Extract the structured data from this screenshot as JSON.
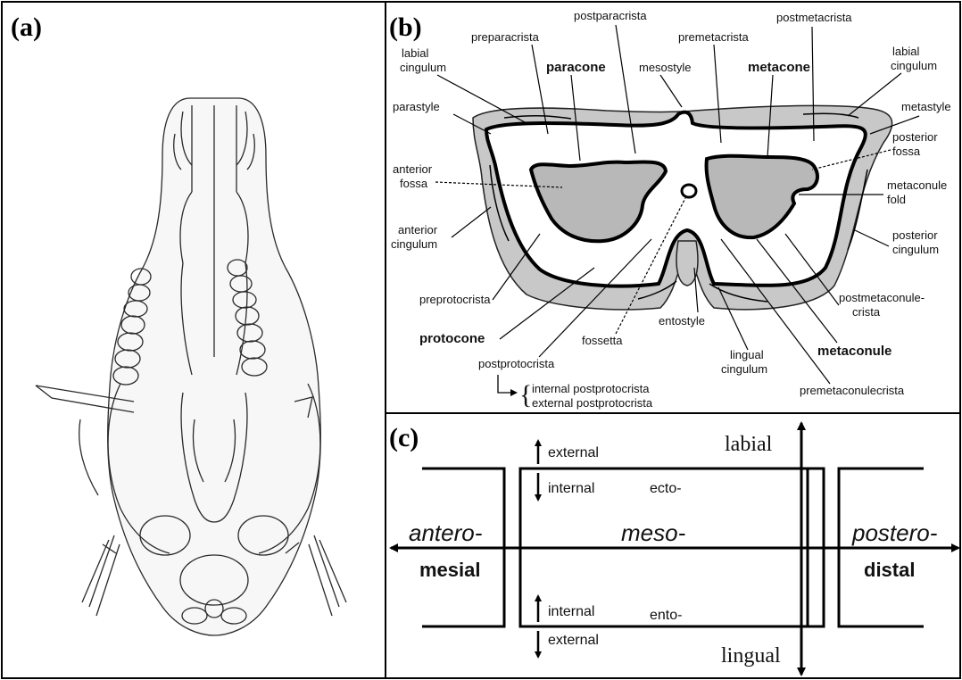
{
  "panels": {
    "a": {
      "letter": "(a)"
    },
    "b": {
      "letter": "(b)",
      "labels": {
        "postparacrista": "postparacrista",
        "postmetacrista": "postmetacrista",
        "preparacrista": "preparacrista",
        "premetacrista": "premetacrista",
        "labial_cingulum": [
          "labial",
          "cingulum"
        ],
        "paracone": "paracone",
        "mesostyle": "mesostyle",
        "metacone": "metacone",
        "parastyle": "parastyle",
        "metastyle": "metastyle",
        "posterior_fossa": [
          "posterior",
          "fossa"
        ],
        "anterior_fossa": [
          "anterior",
          "fossa"
        ],
        "metaconule_fold": [
          "metaconule",
          "fold"
        ],
        "anterior_cingulum": [
          "anterior",
          "cingulum"
        ],
        "posterior_cingulum": [
          "posterior",
          "cingulum"
        ],
        "preprotocrista": "preprotocrista",
        "postmetaconulecrista": [
          "postmetaconule-",
          "crista"
        ],
        "entostyle": "entostyle",
        "protocone": "protocone",
        "fossetta": "fossetta",
        "lingual_cingulum": [
          "lingual",
          "cingulum"
        ],
        "metaconule": "metaconule",
        "postprotocrista": "postprotocrista",
        "premetaconulecrista": "premetaconulecrista",
        "internal_postprotocrista": "internal postprotocrista",
        "external_postprotocrista": "external postprotocrista"
      }
    },
    "c": {
      "letter": "(c)",
      "labels": {
        "labial": "labial",
        "lingual": "lingual",
        "antero": "antero-",
        "mesial": "mesial",
        "meso": "meso-",
        "postero": "postero-",
        "distal": "distal",
        "ecto": "ecto-",
        "ento": "ento-",
        "external_top": "external",
        "internal_top": "internal",
        "internal_bottom": "internal",
        "external_bottom": "external"
      }
    }
  }
}
